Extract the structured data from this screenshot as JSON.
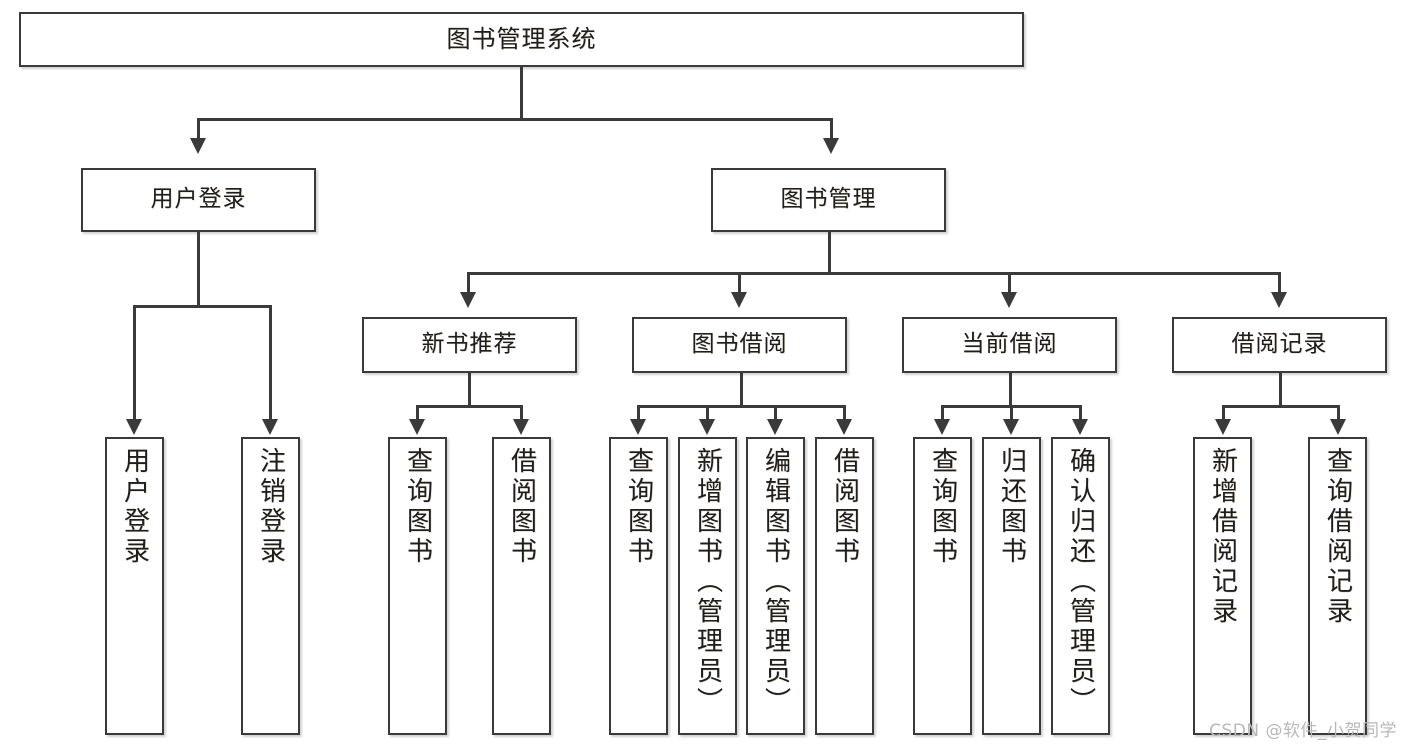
{
  "diagram": {
    "title": "图书管理系统",
    "watermark": "CSDN @软件_小贺同学",
    "line_color": "#3a3a3a",
    "box_fill": "#ffffff",
    "text_color": "#1e1e1e"
  },
  "nodes": {
    "root": {
      "label": "图书管理系统"
    },
    "level2": [
      {
        "label": "用户登录"
      },
      {
        "label": "图书管理"
      }
    ],
    "level3": [
      {
        "label": "新书推荐"
      },
      {
        "label": "图书借阅"
      },
      {
        "label": "当前借阅"
      },
      {
        "label": "借阅记录"
      }
    ],
    "leaves": {
      "user_login": [
        {
          "label": "用户登录"
        },
        {
          "label": "注销登录"
        }
      ],
      "new_book": [
        {
          "label": "查询图书"
        },
        {
          "label": "借阅图书"
        }
      ],
      "borrow_book": [
        {
          "label": "查询图书"
        },
        {
          "label": "新增图书（管理员）"
        },
        {
          "label": "编辑图书（管理员）"
        },
        {
          "label": "借阅图书"
        }
      ],
      "current_borrow": [
        {
          "label": "查询图书"
        },
        {
          "label": "归还图书"
        },
        {
          "label": "确认归还（管理员）"
        }
      ],
      "borrow_record": [
        {
          "label": "新增借阅记录"
        },
        {
          "label": "查询借阅记录"
        }
      ]
    }
  }
}
